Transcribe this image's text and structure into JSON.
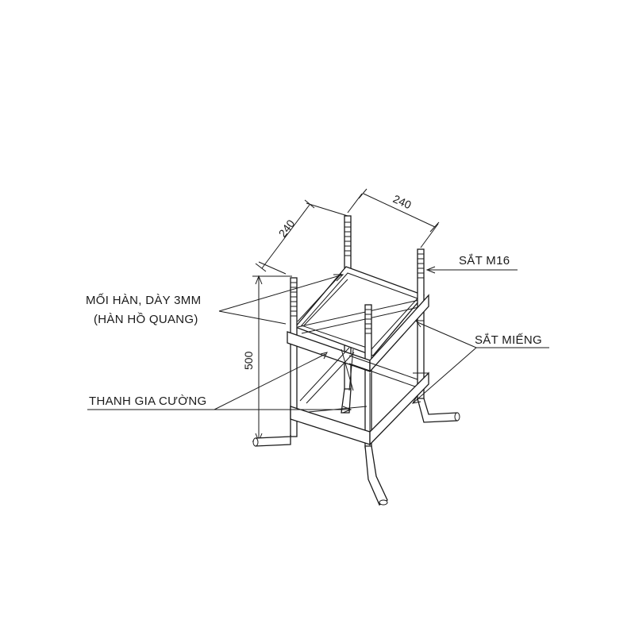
{
  "labels": {
    "m16": "SẮT M16",
    "weld_line1": "MỐI HÀN, DÀY 3MM",
    "weld_line2": "(HÀN HỒ QUANG)",
    "plate": "SẮT MIẾNG",
    "brace": "THANH GIA CƯỜNG"
  },
  "dimensions": {
    "width_left": "240",
    "width_right": "240",
    "height": "500"
  }
}
